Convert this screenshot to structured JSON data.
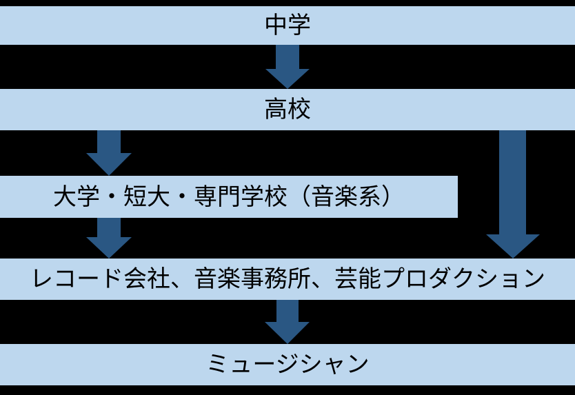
{
  "colors": {
    "background": "#000000",
    "band": "#BDD7EE",
    "arrow": "#2A5783",
    "text": "#000000"
  },
  "diagram": {
    "description": "career path flowchart to musician",
    "nodes": [
      {
        "id": "junior-high",
        "label": "中学"
      },
      {
        "id": "high-school",
        "label": "高校"
      },
      {
        "id": "college",
        "label": "大学・短大・専門学校（音楽系）"
      },
      {
        "id": "industry",
        "label": "レコード会社、音楽事務所、芸能プロダクション"
      },
      {
        "id": "musician",
        "label": "ミュージシャン"
      }
    ],
    "edges": [
      {
        "from": "junior-high",
        "to": "high-school"
      },
      {
        "from": "high-school",
        "to": "college"
      },
      {
        "from": "high-school",
        "to": "industry"
      },
      {
        "from": "college",
        "to": "industry"
      },
      {
        "from": "industry",
        "to": "musician"
      }
    ]
  }
}
